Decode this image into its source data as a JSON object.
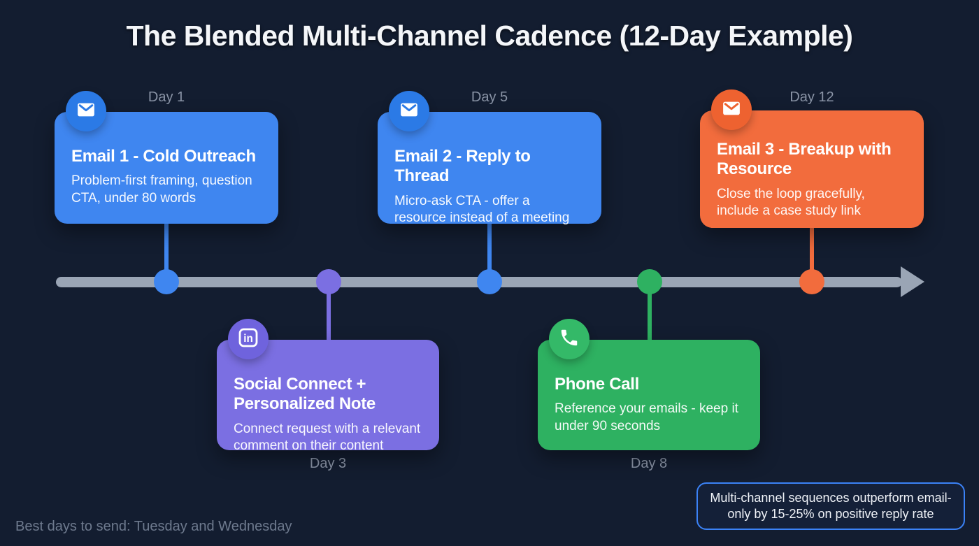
{
  "title": "The Blended Multi-Channel Cadence (12-Day Example)",
  "steps": [
    {
      "day_label": "Day 1",
      "title": "Email 1 - Cold Outreach",
      "description": "Problem-first framing, question CTA, under 80 words",
      "icon": "envelope-icon",
      "color": "#3f86f0",
      "icon_color": "#2b7ae6",
      "position": "above-timeline"
    },
    {
      "day_label": "Day 3",
      "title": "Social Connect + Personalized Note",
      "description": "Connect request with a relevant comment on their content",
      "icon": "linkedin-icon",
      "color": "#7b6fe2",
      "icon_color": "#6f63dd",
      "position": "below-timeline"
    },
    {
      "day_label": "Day 5",
      "title": "Email 2 - Reply to Thread",
      "description": "Micro-ask CTA - offer a resource instead of a meeting",
      "icon": "envelope-icon",
      "color": "#3f86f0",
      "icon_color": "#2b7ae6",
      "position": "above-timeline"
    },
    {
      "day_label": "Day 8",
      "title": "Phone Call",
      "description": "Reference your emails - keep it under 90 seconds",
      "icon": "phone-icon",
      "color": "#2eb161",
      "icon_color": "#34b968",
      "position": "below-timeline"
    },
    {
      "day_label": "Day 12",
      "title": "Email 3 - Breakup with Resource",
      "description": "Close the loop gracefully, include a case study link",
      "icon": "envelope-icon",
      "color": "#f26c3d",
      "icon_color": "#ee6230",
      "position": "above-timeline"
    }
  ],
  "footer_note": "Best days to send: Tuesday and Wednesday",
  "callout": "Multi-channel sequences outperform email-only by 15-25% on positive reply rate",
  "colors": {
    "background": "#131d30",
    "timeline": "#9aa5b5",
    "callout_border": "#3b82f6",
    "day_label": "#8a94a6",
    "footer_note": "#6e7a8e"
  }
}
